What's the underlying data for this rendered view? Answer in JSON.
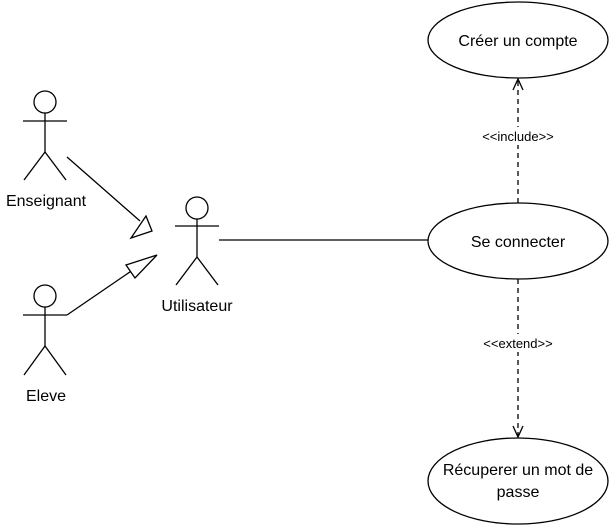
{
  "actors": {
    "enseignant": "Enseignant",
    "eleve": "Eleve",
    "utilisateur": "Utilisateur"
  },
  "use_cases": {
    "creer_compte": "Créer un compte",
    "se_connecter": "Se connecter",
    "recuperer_line1": "Récuperer un mot de",
    "recuperer_line2": "passe"
  },
  "relations": {
    "include": "<<include>>",
    "extend": "<<extend>>"
  },
  "colors": {
    "stroke": "#000000",
    "background": "#ffffff"
  }
}
